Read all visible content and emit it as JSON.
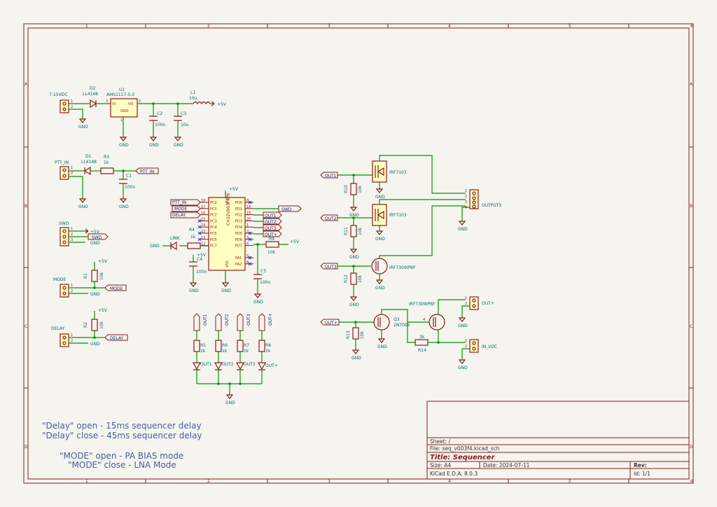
{
  "title_block": {
    "sheet": "Sheet: /",
    "file": "File: seq_v003f4.kicad_sch",
    "title": "Title: Sequencer",
    "size": "Size: A4",
    "date": "Date: 2024-07-11",
    "rev": "Rev:",
    "tool": "KiCad E.D.A. 8.0.3",
    "id": "Id: 1/1"
  },
  "grid": {
    "cols": [
      "1",
      "2",
      "3",
      "4",
      "5",
      "6"
    ],
    "rows": [
      "A",
      "B",
      "C",
      "D"
    ]
  },
  "notes": [
    "\"Delay\" open - 15ms sequencer delay",
    "\"Delay\" close - 45ms sequencer delay",
    "\"MODE\" open - PA BIAS mode",
    "\"MODE\" close - LNA Mode"
  ],
  "labels": {
    "vin_conn": "7-15VDC",
    "d2": "D2",
    "d2_val": "LL4148",
    "u1": "U1",
    "u1_val": "AMS1117-5.0",
    "u1_vi": "VI",
    "u1_vo": "VO",
    "u1_gnd": "GND",
    "l1": "L1",
    "l1_val": "10u",
    "c2": "C2",
    "c2_val": "100n",
    "c3": "C3",
    "c3_val": "10u",
    "ptt_conn": "PTT_IN",
    "d1": "D1",
    "d1_val": "LL4148",
    "r3": "R3",
    "r3_val": "1k",
    "c1": "C1",
    "c1_val": "100n",
    "swd_conn": "SWD",
    "mode_conn": "MODE",
    "delay_conn": "DELAY",
    "r1": "R1",
    "r1_val": "10k",
    "r2": "R2",
    "r2_val": "10k",
    "mcu_part": "CH32V003F4P6",
    "mcu_vdd": "VDD",
    "mcu_vss": "VSS",
    "r4": "R4",
    "r4_val": "1k",
    "link": "LINK",
    "c4": "C4",
    "c4_val": "100n",
    "c5": "C5",
    "c5_val": "100n",
    "r9": "R9",
    "r9_val": "10k",
    "r5": "R5",
    "r6": "R6",
    "r7": "R7",
    "r8": "R8",
    "r_led_val": "1k",
    "led_out1": "OUT1",
    "led_out2": "OUT2",
    "led_out3": "OUT3",
    "led_outp": "OUT+",
    "q_irf7103_a": "IRF7103",
    "q_irf7103_b": "IRF7103",
    "q_irf7309_a": "IRF7309IPBF",
    "q_irf7309_b": "IRF7309IPBF",
    "q3": "Q3",
    "q3_val": "2N7002",
    "r10": "R10",
    "r11": "R11",
    "r12": "R12",
    "r13": "R13",
    "r_gate_val": "10k",
    "r14": "R14",
    "r14_val": "3k",
    "outputs": "OUTPUTS",
    "outp_conn": "OUT+",
    "in_vdc": "IN_VDC",
    "gnd": "GND",
    "p5v": "+5V"
  },
  "mcu_pins_left": [
    {
      "num": "18",
      "name": "PC0"
    },
    {
      "num": "17",
      "name": "PC1"
    },
    {
      "num": "16",
      "name": "PC2"
    },
    {
      "num": "15",
      "name": "PC3"
    },
    {
      "num": "14",
      "name": "PC4"
    },
    {
      "num": "13",
      "name": "PC5"
    },
    {
      "num": "11",
      "name": "PC6"
    },
    {
      "num": "12",
      "name": "PC7"
    }
  ],
  "mcu_pins_right": [
    {
      "num": "8",
      "name": "PD0"
    },
    {
      "num": "16",
      "name": "PD1"
    },
    {
      "num": "19",
      "name": "PD2"
    },
    {
      "num": "20",
      "name": "PD3"
    },
    {
      "num": "1",
      "name": "PD4"
    },
    {
      "num": "2",
      "name": "PD5"
    },
    {
      "num": "3",
      "name": "PD6"
    },
    {
      "num": "4",
      "name": "PD7"
    },
    {
      "num": "5",
      "name": "PA1"
    },
    {
      "num": "6",
      "name": "PA2"
    }
  ],
  "global_labels": {
    "ptt_in": "PTT_IN",
    "mode": "MODE",
    "delay": "DELAY",
    "swd": "SWD",
    "out1": "OUT1",
    "out2": "OUT2",
    "out3": "OUT3",
    "outp": "OUT+"
  }
}
